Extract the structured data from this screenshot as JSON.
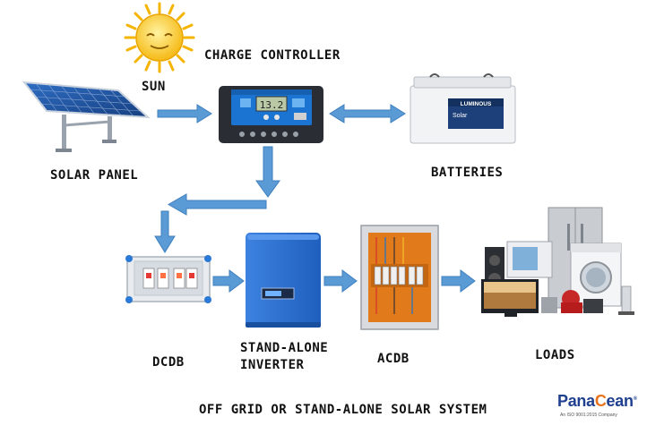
{
  "labels": {
    "sun": "SUN",
    "charge_controller": "CHARGE CONTROLLER",
    "solar_panel": "SOLAR PANEL",
    "batteries": "BATTERIES",
    "dcdb": "DCDB",
    "inverter_line1": "STAND-ALONE",
    "inverter_line2": "INVERTER",
    "acdb": "ACDB",
    "loads": "LOADS",
    "caption": "OFF GRID OR STAND-ALONE SOLAR SYSTEM"
  },
  "controller_display": "13.2",
  "battery": {
    "brand": "LUMINOUS",
    "model": "Solar"
  },
  "logo": {
    "text_main": "Pana",
    "text_accent": "C",
    "text_end": "ean",
    "registered": "®",
    "tagline": "An ISO 9001:2015 Company"
  },
  "colors": {
    "arrow": "#5b9bd5",
    "arrow_stroke": "#3f7fbf",
    "sun": "#f7c21b",
    "panel": "#1c4f9c",
    "inverter": "#2b6fd0",
    "acdb_body": "#e07a1a"
  }
}
